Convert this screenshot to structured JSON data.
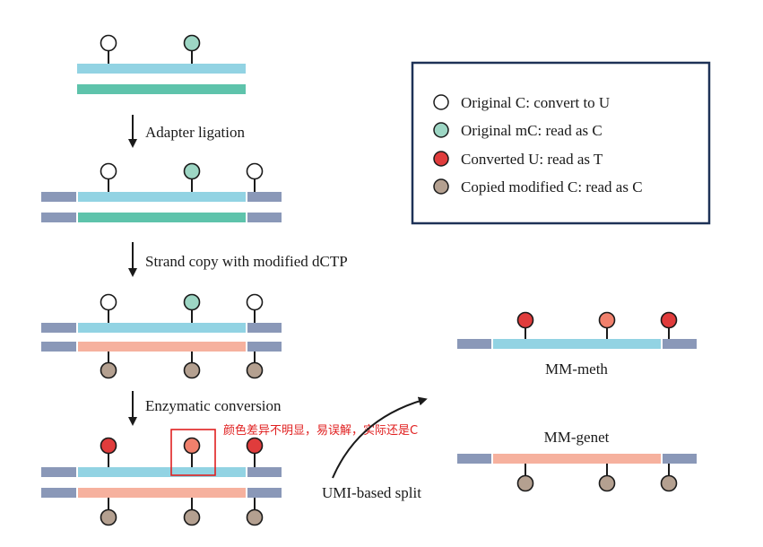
{
  "colors": {
    "strand_blue": "#92d3e3",
    "strand_teal": "#5ec3ab",
    "strand_salmon": "#f6b19e",
    "adapter": "#8a98b8",
    "marker_original_c": "#ffffff",
    "marker_mc": "#9dd6c4",
    "marker_converted_u": "#e03c3c",
    "marker_light_red": "#f0806c",
    "marker_copied": "#b4a090",
    "legend_border": "#1e3257",
    "annotation": "#e02020"
  },
  "legend": {
    "items": [
      {
        "label": "Original C: convert to U",
        "color": "#ffffff",
        "icon": "open-circle-icon"
      },
      {
        "label": "Original mC: read as C",
        "color": "#9dd6c4",
        "icon": "teal-circle-icon"
      },
      {
        "label": "Converted U: read as T",
        "color": "#e03c3c",
        "icon": "red-circle-icon"
      },
      {
        "label": "Copied modified C: read as C",
        "color": "#b4a090",
        "icon": "brown-circle-icon"
      }
    ]
  },
  "steps": {
    "adapter_ligation": "Adapter ligation",
    "strand_copy": "Strand copy with modified dCTP",
    "enzymatic_conversion": "Enzymatic conversion"
  },
  "split": {
    "label": "UMI-based split",
    "outputs": {
      "meth": "MM-meth",
      "genet": "MM-genet"
    }
  },
  "annotation": {
    "text": "颜色差异不明显，易误解，实际还是C"
  }
}
